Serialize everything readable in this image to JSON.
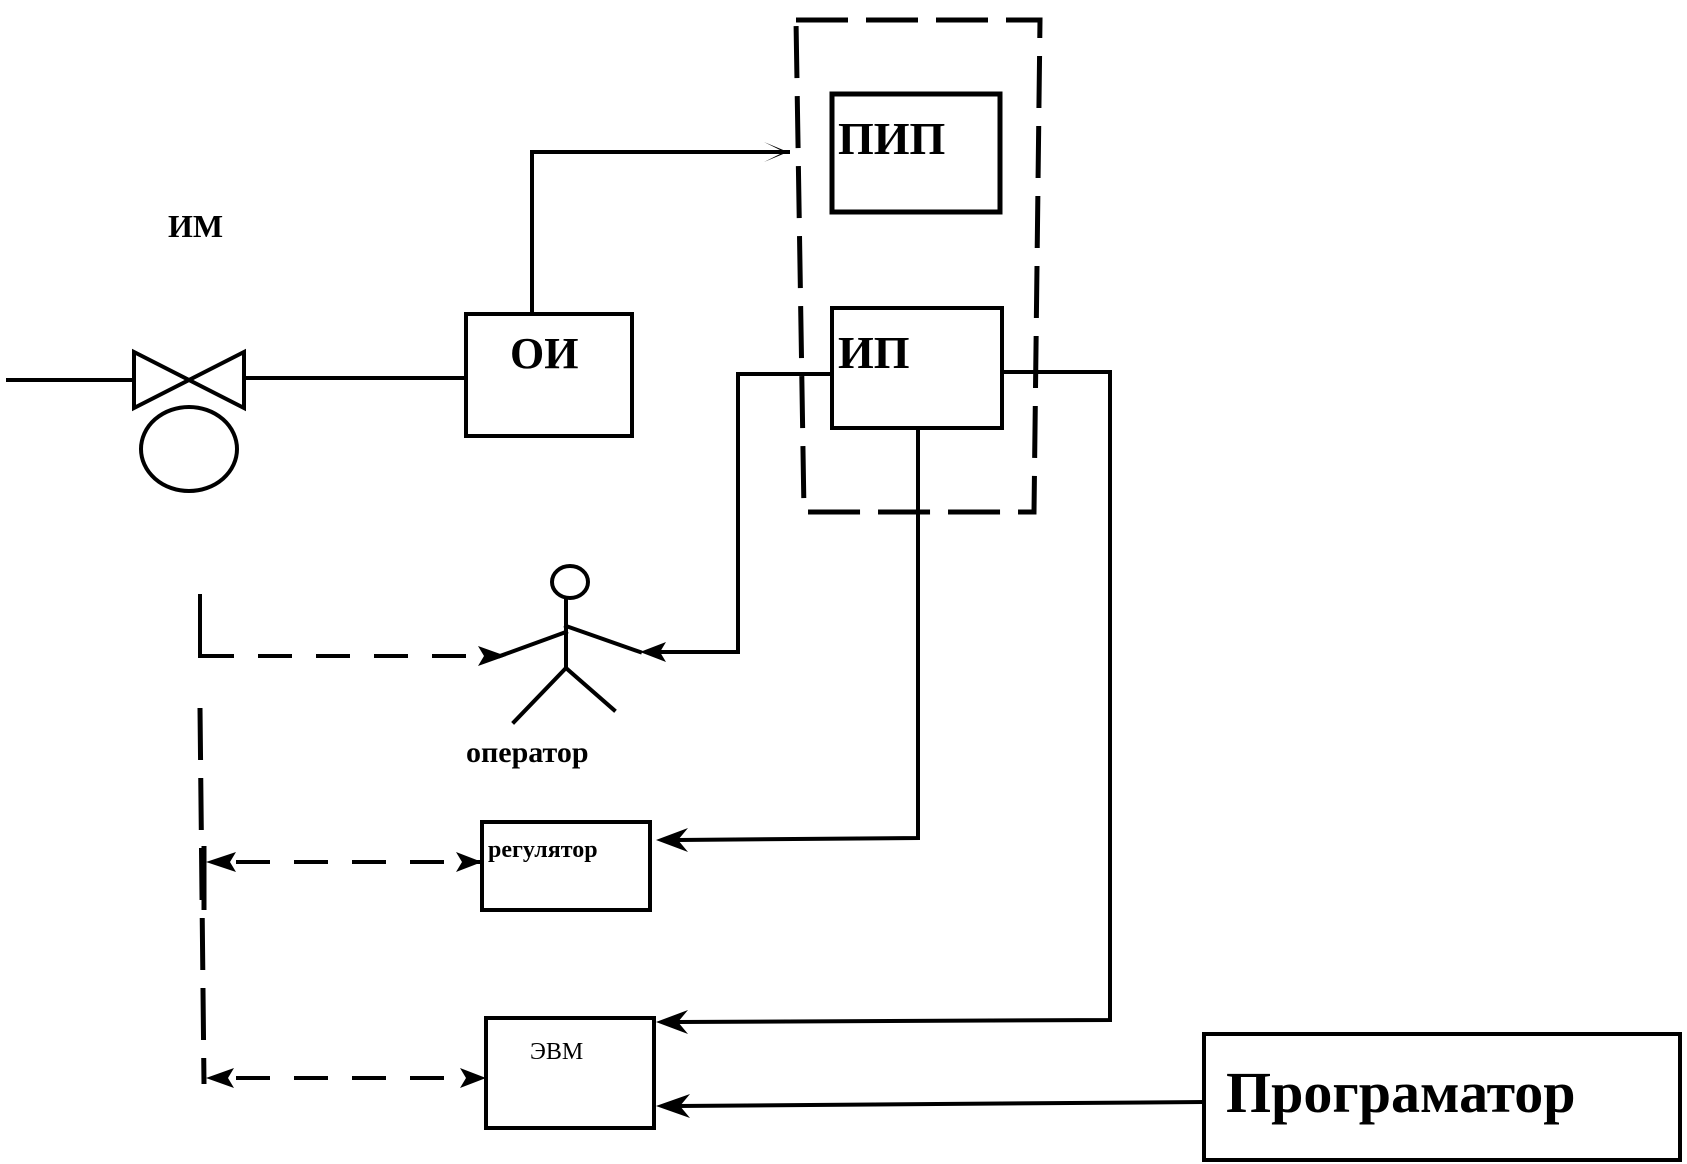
{
  "labels": {
    "im": "ИМ",
    "oi": "ОИ",
    "pip": "ПИП",
    "ip": "ИП",
    "operator": "оператор",
    "regulator": "регулятор",
    "evm": "ЭВМ",
    "programmer": "Програматор"
  }
}
